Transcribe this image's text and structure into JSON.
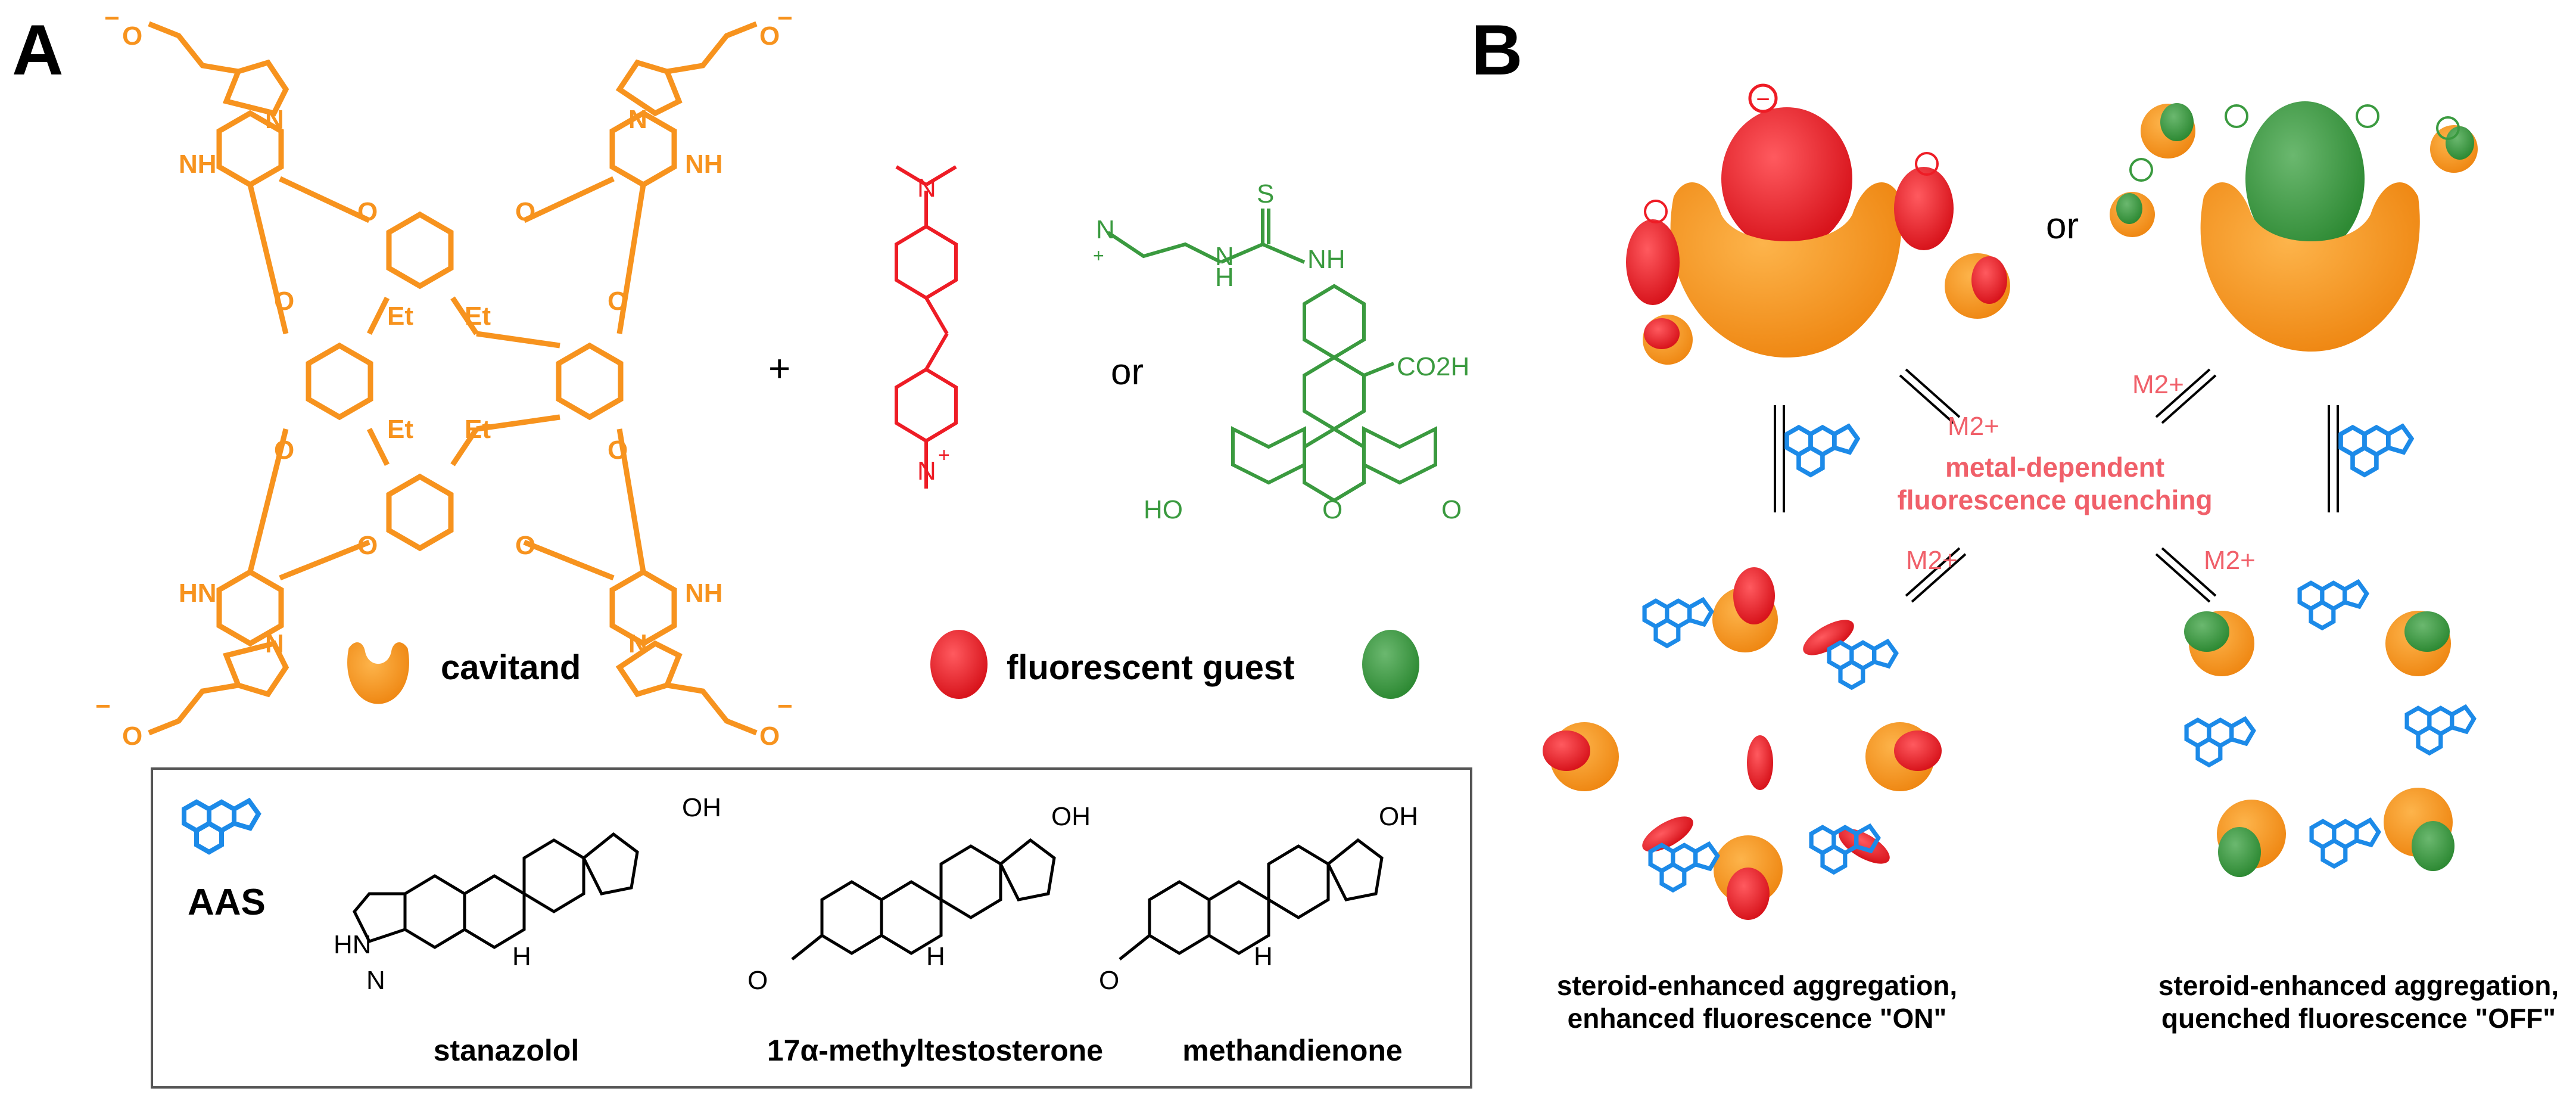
{
  "panels": {
    "a": "A",
    "b": "B"
  },
  "colors": {
    "cavitand": "#F7931E",
    "red_guest": "#EE1C25",
    "green_guest": "#3A9A3F",
    "steroid": "#1C8AE8",
    "metal_label": "#F0606A",
    "box_border": "#555555",
    "text": "#000000"
  },
  "panel_a": {
    "cavitand_labels": {
      "et": "Et",
      "o": "O",
      "nh": "NH",
      "hn": "HN",
      "n": "N",
      "carboxylate_o": "O",
      "minus": "−"
    },
    "plus_sign": "+",
    "or_text": "or",
    "red_dye_labels": {
      "n_top": "N",
      "n_pyridinium": "N",
      "plus": "+"
    },
    "green_dye_labels": {
      "ammonium": "N",
      "plus": "+",
      "s": "S",
      "nh": "NH",
      "hn": "H",
      "n": "N",
      "co2h": "CO2H",
      "ho": "HO",
      "o_ring": "O",
      "o_ketone": "O"
    },
    "cavitand_legend": "cavitand",
    "guest_legend": "fluorescent guest",
    "icon_cavitand": "cavitand-icon",
    "icon_red_guest": "red-guest-icon",
    "icon_green_guest": "green-guest-icon"
  },
  "aas_box": {
    "label": "AAS",
    "icon": "steroid-icon",
    "steroids": [
      {
        "name": "stanazolol"
      },
      {
        "name": "17α-methyltestosterone"
      },
      {
        "name": "methandienone"
      }
    ],
    "atom_labels": {
      "oh": "OH",
      "h": "H",
      "hn": "HN",
      "n": "N",
      "o": "O"
    }
  },
  "panel_b": {
    "or_text": "or",
    "charge": "−",
    "m2_label": "M2+",
    "center_label_line1": "metal-dependent",
    "center_label_line2": "fluorescence quenching",
    "left_caption_line1": "steroid-enhanced aggregation,",
    "left_caption_line2": "enhanced fluorescence \"ON\"",
    "right_caption_line1": "steroid-enhanced aggregation,",
    "right_caption_line2": "quenched fluorescence \"OFF\""
  }
}
